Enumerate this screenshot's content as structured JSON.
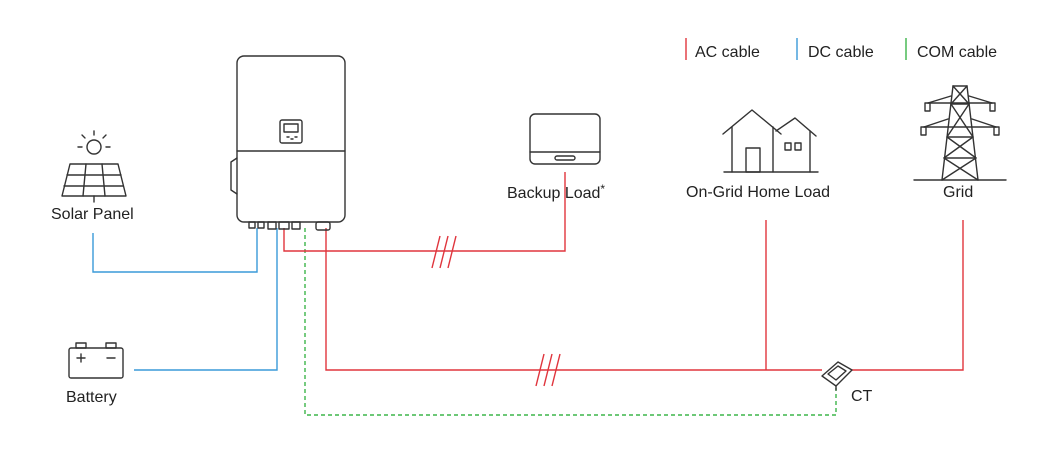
{
  "legend": {
    "ac_label": "AC cable",
    "dc_label": "DC cable",
    "com_label": "COM cable"
  },
  "nodes": {
    "solar_panel": "Solar Panel",
    "battery": "Battery",
    "backup_load": "Backup Load",
    "backup_load_mark": "*",
    "home_load": "On-Grid Home Load",
    "grid": "Grid",
    "ct": "CT"
  },
  "colors": {
    "ac": "#e0353d",
    "dc": "#3a9ad9",
    "com": "#3db54a",
    "device_stroke": "#333333",
    "text": "#222222"
  },
  "icons": {
    "inverter": "inverter-icon",
    "solar": "solar-panel-icon",
    "sun": "sun-icon",
    "battery": "battery-icon",
    "monitor": "monitor-icon",
    "house": "house-icon",
    "tower": "transmission-tower-icon",
    "ct": "ct-clamp-icon"
  }
}
